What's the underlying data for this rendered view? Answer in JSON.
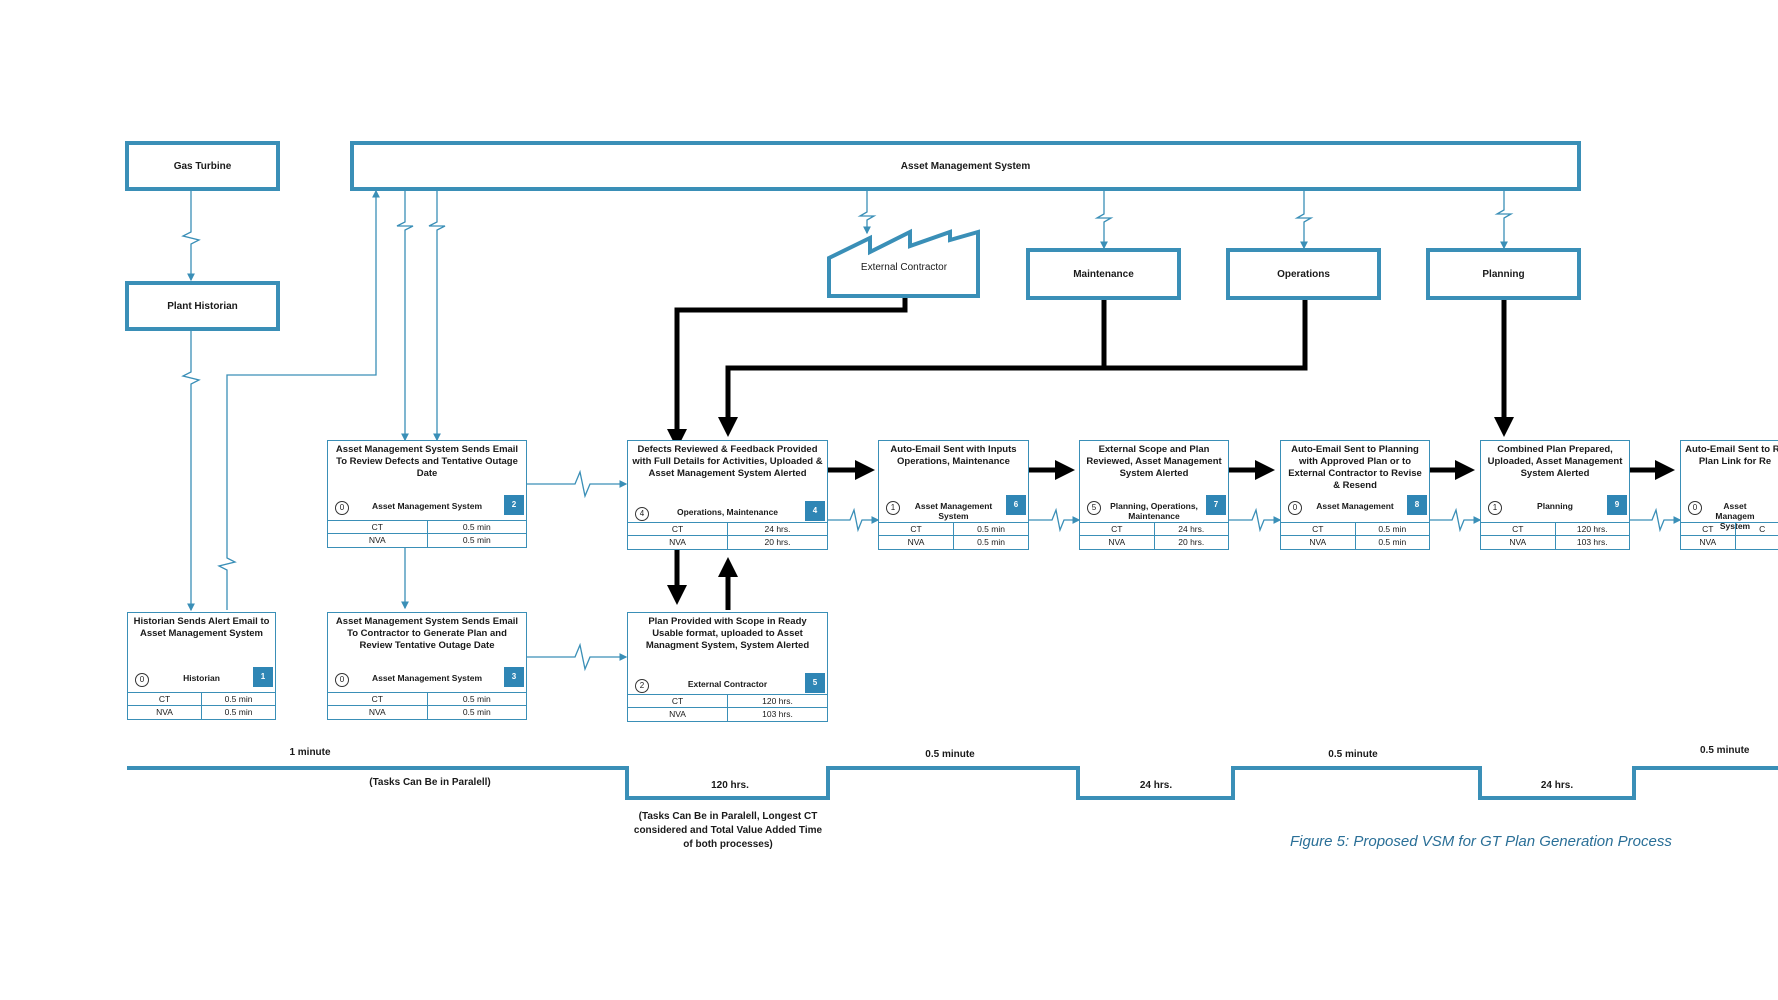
{
  "entities": {
    "gas_turbine": "Gas Turbine",
    "plant_historian": "Plant Historian",
    "asset_management_system": "Asset Management System",
    "external_contractor": "External Contractor",
    "maintenance": "Maintenance",
    "operations": "Operations",
    "planning": "Planning"
  },
  "processes": [
    {
      "title": "Historian Sends Alert Email to Asset Management System",
      "who": "Historian",
      "op": "0",
      "num": "1",
      "ct": "0.5 min",
      "nva": "0.5 min"
    },
    {
      "title": "Asset Management System Sends Email To Review Defects and Tentative Outage Date",
      "who": "Asset Management System",
      "op": "0",
      "num": "2",
      "ct": "0.5 min",
      "nva": "0.5 min"
    },
    {
      "title": "Asset Management System Sends Email To Contractor to Generate Plan and Review Tentative Outage Date",
      "who": "Asset Management System",
      "op": "0",
      "num": "3",
      "ct": "0.5 min",
      "nva": "0.5 min"
    },
    {
      "title": "Defects Reviewed & Feedback Provided with Full Details for Activities, Uploaded & Asset Management System Alerted",
      "who": "Operations, Maintenance",
      "op": "4",
      "num": "4",
      "ct": "24 hrs.",
      "nva": "20 hrs."
    },
    {
      "title": "Plan Provided with Scope in Ready Usable format, uploaded to Asset Managment System, System Alerted",
      "who": "External Contractor",
      "op": "2",
      "num": "5",
      "ct": "120 hrs.",
      "nva": "103 hrs."
    },
    {
      "title": "Auto-Email Sent with Inputs Operations, Maintenance",
      "who": "Asset Management System",
      "op": "1",
      "num": "6",
      "ct": "0.5 min",
      "nva": "0.5 min"
    },
    {
      "title": "External Scope and Plan Reviewed, Asset Management System Alerted",
      "who": "Planning, Operations, Maintenance",
      "op": "5",
      "num": "7",
      "ct": "24 hrs.",
      "nva": "20 hrs."
    },
    {
      "title": "Auto-Email Sent to Planning with Approved Plan or to External Contractor to Revise & Resend",
      "who": "Asset Management",
      "op": "0",
      "num": "8",
      "ct": "0.5 min",
      "nva": "0.5 min"
    },
    {
      "title": "Combined Plan Prepared, Uploaded, Asset Management System Alerted",
      "who": "Planning",
      "op": "1",
      "num": "9",
      "ct": "120 hrs.",
      "nva": "103 hrs."
    },
    {
      "title": "Auto-Email Sent to Re Plan Link for Re",
      "who": "Asset Managem System",
      "op": "0",
      "num": "",
      "ct": "C",
      "nva": ""
    }
  ],
  "table_labels": {
    "ct": "CT",
    "nva": "NVA"
  },
  "timeline": {
    "t1": "1 minute",
    "t1_note": "(Tasks Can Be in Paralell)",
    "t2": "120 hrs.",
    "t2_note": "(Tasks Can Be in Paralell, Longest CT considered and Total Value Added Time of both processes)",
    "t3": "0.5 minute",
    "t4": "24 hrs.",
    "t5": "0.5 minute",
    "t6": "24 hrs.",
    "t7": "0.5 minute"
  },
  "caption": "Figure 5: Proposed VSM for GT Plan Generation Process",
  "colors": {
    "accent": "#3a8fb7",
    "badge": "#2f86b5",
    "arrow": "#000000"
  }
}
